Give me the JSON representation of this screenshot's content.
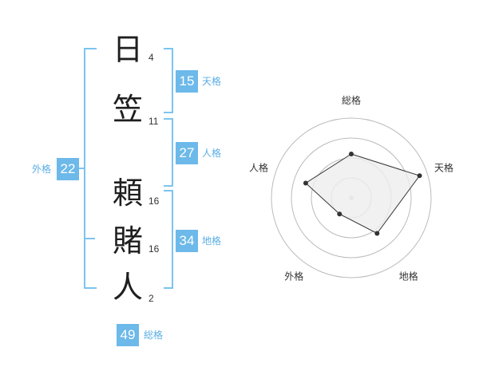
{
  "characters": [
    {
      "char": "日",
      "strokes": "4"
    },
    {
      "char": "笠",
      "strokes": "11"
    },
    {
      "char": "頼",
      "strokes": "16"
    },
    {
      "char": "賭",
      "strokes": "16"
    },
    {
      "char": "人",
      "strokes": "2"
    }
  ],
  "fortunes": {
    "tenkaku": {
      "value": "15",
      "label": "天格"
    },
    "jinkaku": {
      "value": "27",
      "label": "人格"
    },
    "chikaku": {
      "value": "34",
      "label": "地格"
    },
    "gaikaku": {
      "value": "22",
      "label": "外格"
    },
    "soukaku": {
      "value": "49",
      "label": "総格"
    }
  },
  "chart_data": {
    "type": "radar",
    "axes": [
      "総格",
      "天格",
      "地格",
      "外格",
      "人格"
    ],
    "values": [
      0.55,
      0.9,
      0.55,
      0.25,
      0.6
    ],
    "range": [
      0,
      1
    ],
    "rings": 4,
    "colors": {
      "fill": "#eeeeee",
      "line": "#333333",
      "point": "#333333",
      "ring": "#bbbbbb"
    }
  }
}
